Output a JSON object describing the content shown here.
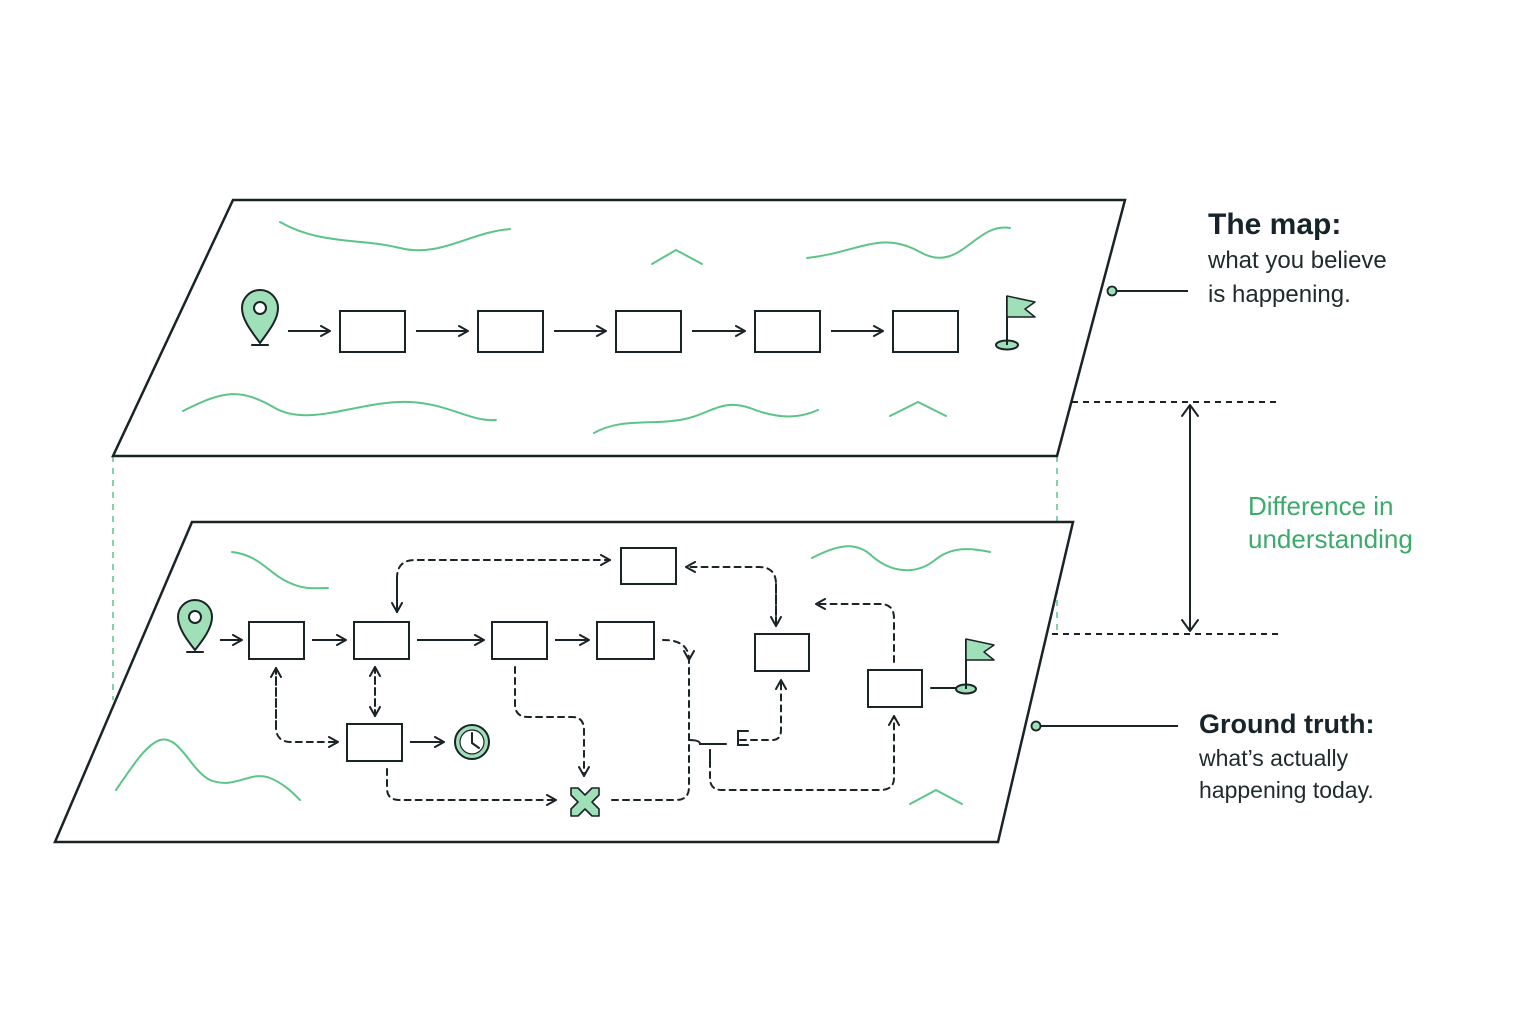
{
  "labels": {
    "map_title": "The map:",
    "map_line1": "what you believe",
    "map_line2": "is happening.",
    "ground_title": "Ground truth:",
    "ground_line1": "what’s actually",
    "ground_line2": "happening today.",
    "difference_line1": "Difference in",
    "difference_line2": "understanding"
  },
  "colors": {
    "accent_green": "#5cc48a",
    "accent_green_fill": "#9fe0b8",
    "label_green": "#3daa6d",
    "ink": "#1a2326"
  },
  "icons": [
    "location-pin-icon",
    "finish-flag-icon",
    "clock-icon",
    "x-mark-icon"
  ]
}
